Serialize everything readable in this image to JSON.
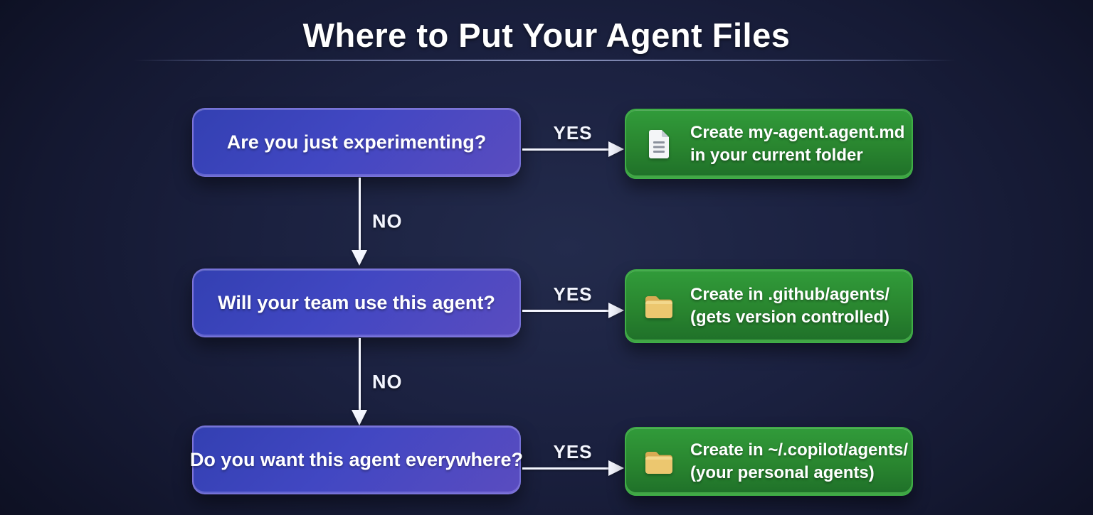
{
  "title": "Where to Put Your Agent Files",
  "colors": {
    "background": "#1b2140",
    "question_box_blue": "#3340b2",
    "question_box_purple": "#5a4cc0",
    "result_box_green_top": "#319b3a",
    "result_box_green_bottom": "#1f7029",
    "result_box_rim": "#4fc455",
    "arrow_white": "#f4f6ff",
    "folder_icon": "#ecc76f",
    "document_icon": "#f4f5f7"
  },
  "flow": {
    "rows": [
      {
        "question": "Are you just experimenting?",
        "yes_label": "YES",
        "icon": "document-icon",
        "result_line1": "Create my-agent.agent.md",
        "result_line2": "in your current folder"
      },
      {
        "question": "Will your team use this agent?",
        "yes_label": "YES",
        "icon": "folder-icon",
        "result_line1": "Create in .github/agents/",
        "result_line2": "(gets version controlled)"
      },
      {
        "question": "Do you want this agent everywhere?",
        "yes_label": "YES",
        "icon": "folder-icon",
        "result_line1": "Create in ~/.copilot/agents/",
        "result_line2": "(your personal agents)"
      }
    ],
    "no_labels": [
      "NO",
      "NO"
    ]
  }
}
